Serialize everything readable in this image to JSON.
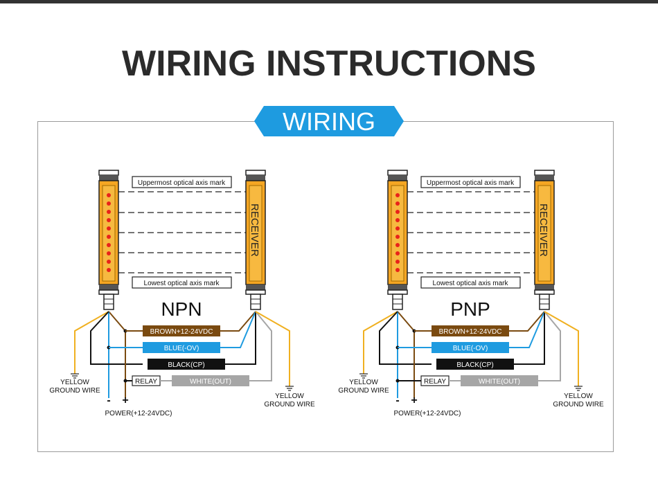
{
  "page": {
    "title": "WIRING INSTRUCTIONS",
    "banner": "WIRING"
  },
  "colors": {
    "brown": "#7a4a10",
    "blue": "#1e9be0",
    "black": "#111111",
    "white_wire": "#a6a6a6",
    "yellow": "#f0b020",
    "banner": "#1e9be0",
    "sensor_body": "#f5a623"
  },
  "diagrams": [
    {
      "type_label": "NPN",
      "top_mark": "Uppermost optical axis mark",
      "bottom_mark": "Lowest optical axis mark",
      "receiver_label": "RECEIVER",
      "wires": {
        "brown": "BROWN+12-24VDC",
        "blue": "BLUE(-OV)",
        "black": "BLACK(CP)",
        "white": "WHITE(OUT)"
      },
      "relay": "RELAY",
      "left_ground_1": "YELLOW",
      "left_ground_2": "GROUND WIRE",
      "right_ground_1": "YELLOW",
      "right_ground_2": "GROUND WIRE",
      "minus": "-",
      "plus": "+",
      "power": "POWER(+12-24VDC)"
    },
    {
      "type_label": "PNP",
      "top_mark": "Uppermost optical axis mark",
      "bottom_mark": "Lowest optical axis mark",
      "receiver_label": "RECEIVER",
      "wires": {
        "brown": "BROWN+12-24VDC",
        "blue": "BLUE(-OV)",
        "black": "BLACK(CP)",
        "white": "WHITE(OUT)"
      },
      "relay": "RELAY",
      "left_ground_1": "YELLOW",
      "left_ground_2": "GROUND WIRE",
      "right_ground_1": "YELLOW",
      "right_ground_2": "GROUND WIRE",
      "minus": "-",
      "plus": "+",
      "power": "POWER(+12-24VDC)"
    }
  ]
}
